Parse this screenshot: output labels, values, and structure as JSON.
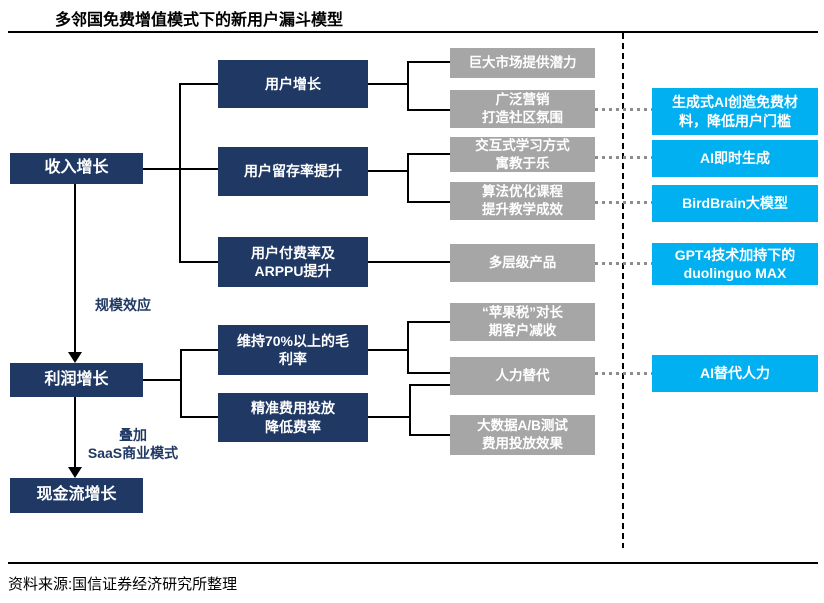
{
  "title": "多邻国免费增值模式下的新用户漏斗模型",
  "source": "资料来源:国信证券经济研究所整理",
  "colors": {
    "navy": "#1f3864",
    "gray": "#a6a6a6",
    "cyan": "#00b0f0",
    "connector_black": "#000000",
    "connector_dotted_gray": "#8c8c8c"
  },
  "left_column": {
    "revenue": "收入增长",
    "profit": "利润增长",
    "cashflow": "现金流增长",
    "scale_effect_label": "规模效应",
    "saas_label": "叠加\nSaaS商业模式"
  },
  "drivers": {
    "user_growth": "用户增长",
    "retention": "用户留存率提升",
    "payment_arppu": "用户付费率及\nARPPU提升",
    "gross_margin": "维持70%以上的毛\n利率",
    "expense": "精准费用投放\n降低费率"
  },
  "tactics": {
    "market": "巨大市场提供潜力",
    "marketing": "广泛营销\n打造社区氛围",
    "interactive": "交互式学习方式\n寓教于乐",
    "algorithm": "算法优化课程\n提升教学成效",
    "tiered": "多层级产品",
    "apple_tax": "“苹果税”对长\n期客户减收",
    "labor": "人力替代",
    "ab_test": "大数据A/B测试\n费用投放效果"
  },
  "ai_enablers": {
    "genai": "生成式AI创造免费材\n料，降低用户门槛",
    "realtime": "AI即时生成",
    "birdbrain": "BirdBrain大模型",
    "gpt4": "GPT4技术加持下的\nduolinguo MAX",
    "replace": "AI替代人力"
  }
}
